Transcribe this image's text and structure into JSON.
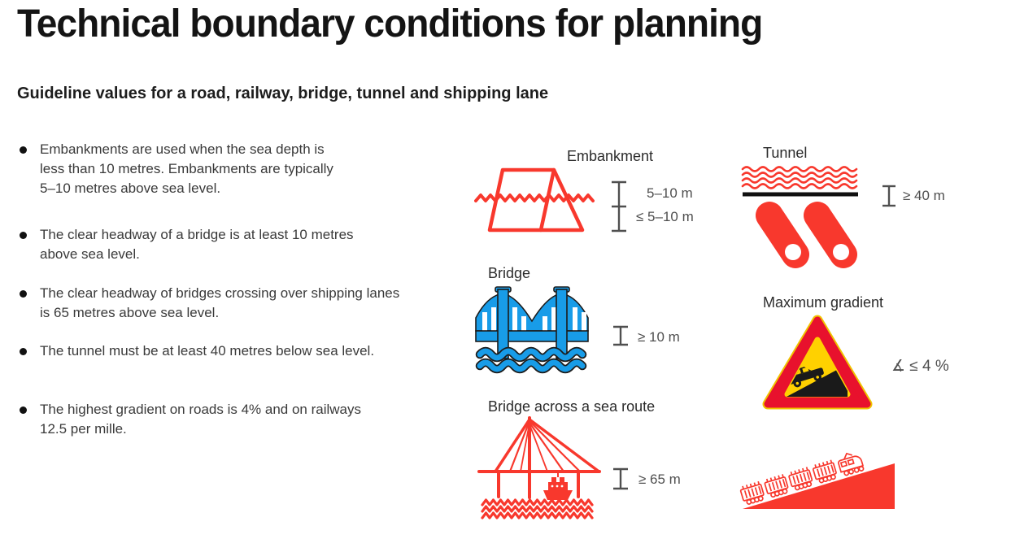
{
  "page": {
    "title": "Technical boundary conditions for planning",
    "subtitle": "Guideline values for a road, railway, bridge, tunnel and shipping lane"
  },
  "bullets": [
    "Embankments are used when the sea depth is\nless than 10 metres. Embankments are typically\n5–10 metres above sea level.",
    "The clear headway of a bridge is at least 10 metres\nabove sea level.",
    "The clear headway of bridges crossing over shipping lanes\nis 65 metres above sea level.",
    "The tunnel must be at least 40 metres below sea level.",
    "The highest gradient on roads is 4% and on railways\n12.5 per mille."
  ],
  "figures": {
    "embankment": {
      "label": "Embankment",
      "measure_top": "5–10 m",
      "measure_bottom": "≤ 5–10 m"
    },
    "tunnel": {
      "label": "Tunnel",
      "measure": "≥ 40 m"
    },
    "bridge": {
      "label": "Bridge",
      "measure": "≥ 10 m"
    },
    "max_gradient": {
      "label": "Maximum gradient",
      "measure": "∡ ≤ 4 %"
    },
    "sea_route_bridge": {
      "label": "Bridge across a sea route",
      "measure": "≥ 65 m"
    },
    "railway_gradient": {
      "icon": "train-on-slope"
    }
  },
  "colors": {
    "red": "#F8382D",
    "blue": "#189CE8",
    "sign_red": "#E8112D",
    "sign_yellow": "#FFD100",
    "outline_dark": "#1c1c1c",
    "measure_gray": "#4f4f4f"
  }
}
